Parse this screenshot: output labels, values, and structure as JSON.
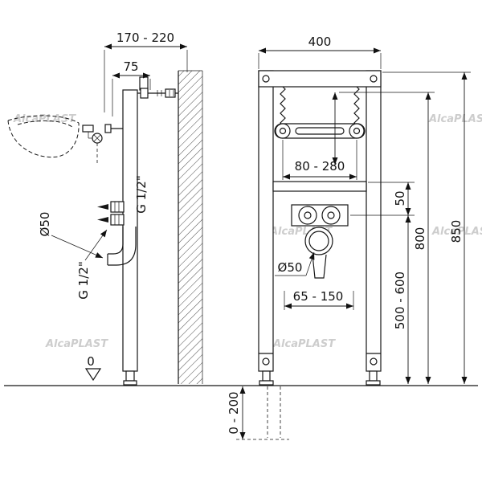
{
  "drawing": {
    "watermark": "AlcaPLAST",
    "side_view": {
      "dim_depth_range": "170 - 220",
      "dim_rod_offset": "75",
      "label_thread_top": "G 1/2\"",
      "label_drain_diameter": "Ø50",
      "label_thread_bottom": "G 1/2\"",
      "label_floor_datum": "0"
    },
    "front_view": {
      "dim_frame_width": "400",
      "dim_basin_bolt_spacing": "80 - 280",
      "label_drain_diameter": "Ø50",
      "dim_drain_offset_range": "65 - 150",
      "dim_rail_to_water": "50",
      "dim_bolt_height": "800",
      "dim_frame_height": "850",
      "dim_water_height_range": "500 - 600",
      "dim_foot_adjust_range": "0 - 200"
    }
  }
}
